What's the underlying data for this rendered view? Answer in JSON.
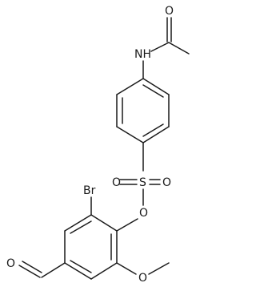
{
  "molecule": {
    "atoms": {
      "O_acetyl": "O",
      "NH": "NH",
      "S": "S",
      "O_sulfonyl_left": "O",
      "O_sulfonyl_right": "O",
      "O_ester": "O",
      "Br": "Br",
      "O_aldehyde": "O",
      "O_methoxy": "O"
    }
  }
}
